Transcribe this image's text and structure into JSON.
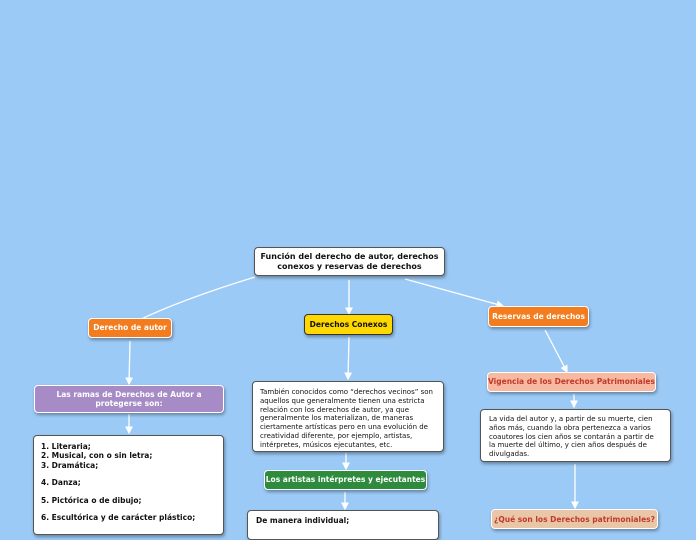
{
  "root": {
    "label": "Función del derecho de autor, derechos conexos y reservas de derechos"
  },
  "branches": {
    "derecho_autor": "Derecho de autor",
    "derechos_conexos": "Derechos Conexos",
    "reservas": "Reservas de derechos"
  },
  "ramas_title": "Las ramas de Derechos de Autor a protegerse son:",
  "ramas_items": [
    "1. Literaria;",
    "2. Musical, con o sin letra;",
    "3. Dramática;",
    "4. Danza;",
    "5. Pictórica o de dibujo;",
    "6. Escultórica y de carácter plástico;"
  ],
  "conexos_text": "También conocidos como “derechos vecinos” son aquellos que generalmente tienen una estricta relación con los derechos de autor, ya que generalmente los materializan, de maneras ciertamente artísticas pero en una evolución de creatividad diferente, por ejemplo, artistas, intérpretes, músicos ejecutantes, etc.",
  "artistas_label": "Los artistas intérpretes y ejecutantes",
  "manera_label": "De manera individual;",
  "vigencia_label": "Vigencia de los Derechos Patrimoniales",
  "vigencia_text": "La vida del autor y, a partir de su muerte, cien años más, cuando la obra pertenezca a varios coautores los cien años se contarán a partir de la muerte del último, y cien años después de divulgadas.",
  "que_son_label": "¿Qué son los Derechos patrimoniales?"
}
